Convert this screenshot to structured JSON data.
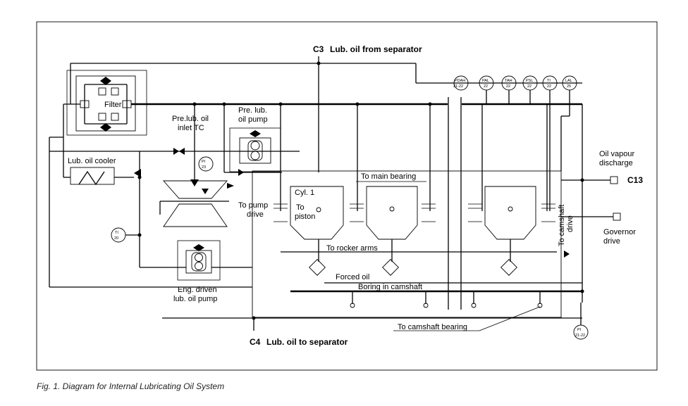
{
  "labels": {
    "c3": "C3",
    "c3_text": "Lub. oil from separator",
    "c4": "C4",
    "c4_text": "Lub. oil to separator",
    "c13": "C13",
    "filter": "Filter",
    "prelub_inlet_1": "Pre.lub. oil",
    "prelub_inlet_2": "inlet TC",
    "prelub_pump_1": "Pre. lub.",
    "prelub_pump_2": "oil pump",
    "cooler": "Lub. oil cooler",
    "to_main_bearing": "To main bearing",
    "cyl1": "Cyl. 1",
    "to_piston_1": "To",
    "to_piston_2": "piston",
    "to_pump_drive_1": "To pump",
    "to_pump_drive_2": "drive",
    "to_rocker_arms": "To rocker arms",
    "forced_oil": "Forced oil",
    "boring_camshaft": "Boring in camshaft",
    "to_camshaft_bearing": "To camshaft bearing",
    "eng_pump_1": "Eng. driven",
    "eng_pump_2": "lub. oil pump",
    "oil_vapour_1": "Oil vapour",
    "oil_vapour_2": "discharge",
    "governor_1": "Governor",
    "governor_2": "drive",
    "to_camshaft_drive_1": "To camshaft",
    "to_camshaft_drive_2": "drive"
  },
  "instruments": {
    "pi23": [
      "PI",
      "23"
    ],
    "ti20": [
      "TI",
      "20"
    ],
    "pi_bottom": [
      "PI",
      "21-22"
    ],
    "pdah": [
      "PDAH",
      "21-22"
    ],
    "pal": [
      "PAL",
      "22"
    ],
    "tah": [
      "TAH",
      "22"
    ],
    "psl": [
      "PSL",
      "22"
    ],
    "ti22": [
      "TI",
      "22"
    ],
    "lal": [
      "LAL",
      "25"
    ]
  },
  "caption": "Fig. 1. Diagram for Internal Lubricating Oil System"
}
